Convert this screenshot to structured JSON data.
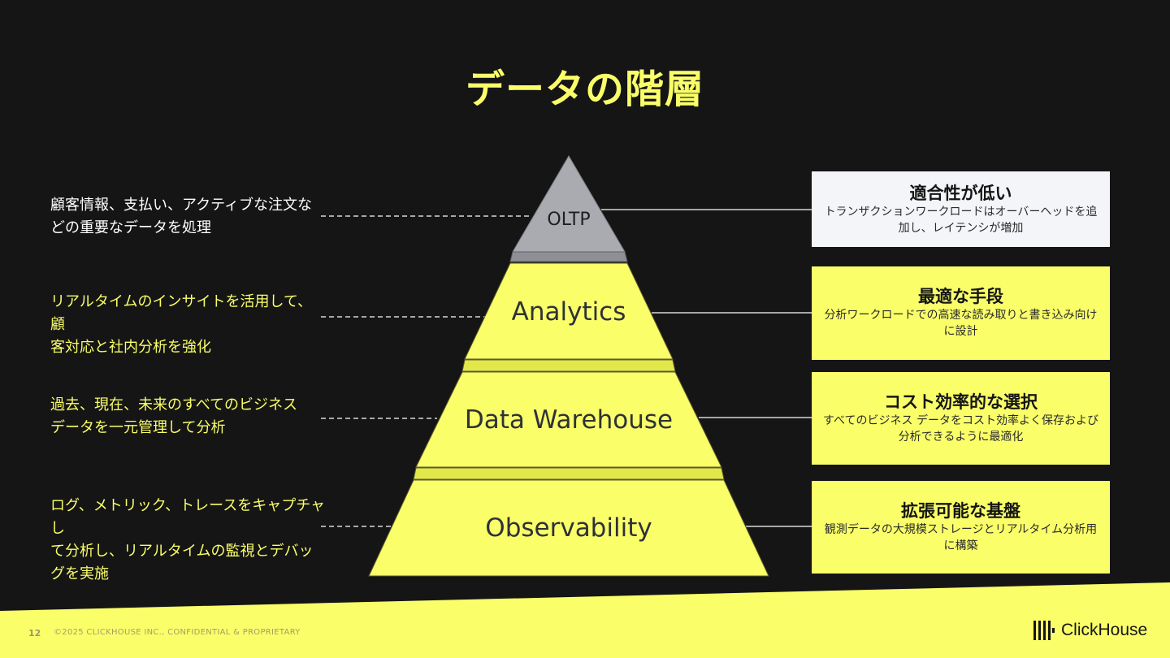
{
  "title": "データの階層",
  "pyramid": [
    {
      "label": "OLTP",
      "color": "#a9abb1"
    },
    {
      "label": "Analytics",
      "color": "#faff69"
    },
    {
      "label": "Data Warehouse",
      "color": "#faff69"
    },
    {
      "label": "Observability",
      "color": "#faff69"
    }
  ],
  "left_descriptions": [
    {
      "line1": "顧客情報、支払い、アクティブな注文な",
      "line2": "どの重要なデータを処理",
      "line3": ""
    },
    {
      "line1": "リアルタイムのインサイトを活用して、顧",
      "line2": "客対応と社内分析を強化",
      "line3": ""
    },
    {
      "line1": "過去、現在、未来のすべてのビジネス",
      "line2": "データを一元管理して分析",
      "line3": ""
    },
    {
      "line1": "ログ、メトリック、トレースをキャプチャし",
      "line2": "て分析し、リアルタイムの監視とデバッ",
      "line3": "グを実施"
    }
  ],
  "cards": [
    {
      "title": "適合性が低い",
      "body": "トランザクションワークロードはオーバーヘッドを追加し、レイテンシが増加",
      "bg": "#f4f5f8"
    },
    {
      "title": "最適な手段",
      "body": "分析ワークロードでの高速な読み取りと書き込み向けに設計",
      "bg": "#faff69"
    },
    {
      "title": "コスト効率的な選択",
      "body": "すべてのビジネス データをコスト効率よく保存および分析できるように最適化",
      "bg": "#faff69"
    },
    {
      "title": "拡張可能な基盤",
      "body": "観測データの大規模ストレージとリアルタイム分析用に構築",
      "bg": "#faff69"
    }
  ],
  "footer": {
    "page_number": "12",
    "copyright": "©2025 CLICKHOUSE INC., CONFIDENTIAL & PROPRIETARY",
    "logo_text": "ClickHouse",
    "band_color": "#faff69"
  }
}
